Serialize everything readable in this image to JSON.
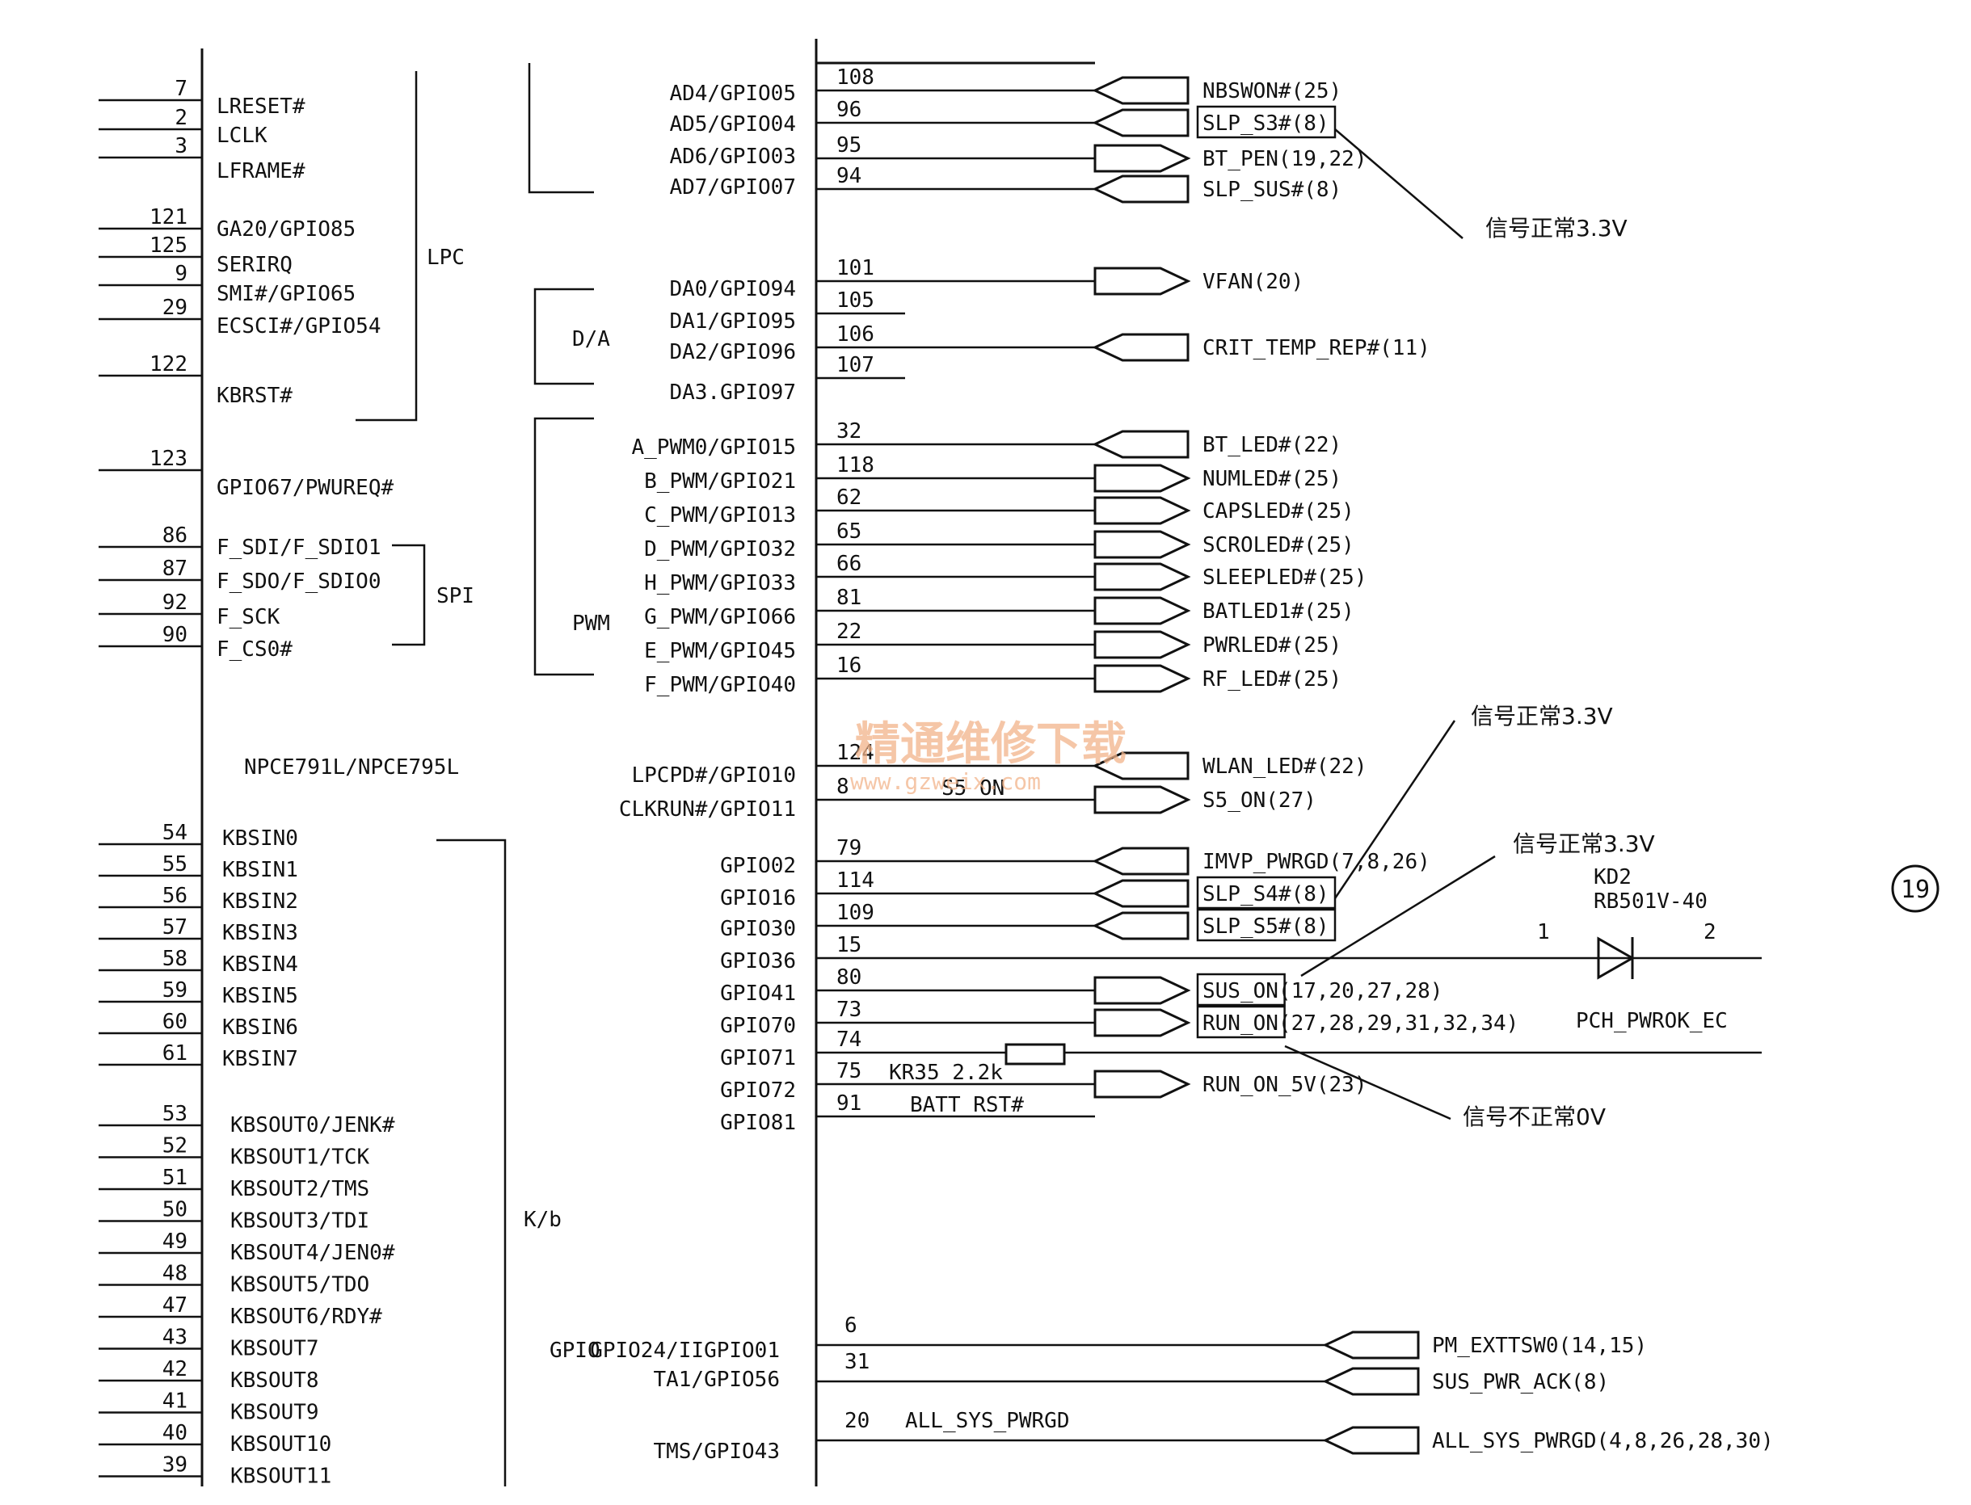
{
  "left_pins": [
    {
      "pin": "7",
      "label": "LRESET#"
    },
    {
      "pin": "2",
      "label": "LCLK"
    },
    {
      "pin": "3",
      "label": "LFRAME#"
    },
    {
      "pin": "121",
      "label": "GA20/GPIO85"
    },
    {
      "pin": "125",
      "label": "SERIRQ"
    },
    {
      "pin": "9",
      "label": "SMI#/GPIO65"
    },
    {
      "pin": "29",
      "label": "ECSCI#/GPIO54"
    },
    {
      "pin": "122",
      "label": "KBRST#"
    },
    {
      "pin": "123",
      "label": "GPIO67/PWUREQ#"
    },
    {
      "pin": "86",
      "label": "F_SDI/F_SDIO1"
    },
    {
      "pin": "87",
      "label": "F_SDO/F_SDIO0"
    },
    {
      "pin": "92",
      "label": "F_SCK"
    },
    {
      "pin": "90",
      "label": "F_CS0#"
    }
  ],
  "kbsin": [
    {
      "pin": "54",
      "label": "KBSIN0"
    },
    {
      "pin": "55",
      "label": "KBSIN1"
    },
    {
      "pin": "56",
      "label": "KBSIN2"
    },
    {
      "pin": "57",
      "label": "KBSIN3"
    },
    {
      "pin": "58",
      "label": "KBSIN4"
    },
    {
      "pin": "59",
      "label": "KBSIN5"
    },
    {
      "pin": "60",
      "label": "KBSIN6"
    },
    {
      "pin": "61",
      "label": "KBSIN7"
    }
  ],
  "kbsout": [
    {
      "pin": "53",
      "label": "KBSOUT0/JENK#"
    },
    {
      "pin": "52",
      "label": "KBSOUT1/TCK"
    },
    {
      "pin": "51",
      "label": "KBSOUT2/TMS"
    },
    {
      "pin": "50",
      "label": "KBSOUT3/TDI"
    },
    {
      "pin": "49",
      "label": "KBSOUT4/JEN0#"
    },
    {
      "pin": "48",
      "label": "KBSOUT5/TDO"
    },
    {
      "pin": "47",
      "label": "KBSOUT6/RDY#"
    },
    {
      "pin": "43",
      "label": "KBSOUT7"
    },
    {
      "pin": "42",
      "label": "KBSOUT8"
    },
    {
      "pin": "41",
      "label": "KBSOUT9"
    },
    {
      "pin": "40",
      "label": "KBSOUT10"
    },
    {
      "pin": "39",
      "label": "KBSOUT11"
    }
  ],
  "groups": {
    "lpc": "LPC",
    "spi": "SPI",
    "da": "D/A",
    "pwm": "PWM",
    "kb": "K/b",
    "gpio": "GPIO"
  },
  "chip_name": "NPCE791L/NPCE795L",
  "page_number": "19",
  "right_pins": [
    {
      "pin": "108",
      "label": "AD4/GPIO05",
      "net": "NBSWON#(25)",
      "dir": "in"
    },
    {
      "pin": "96",
      "label": "AD5/GPIO04",
      "net": "SLP_S3#(8)",
      "dir": "in",
      "boxed": true
    },
    {
      "pin": "95",
      "label": "AD6/GPIO03",
      "net": "BT_PEN(19,22)",
      "dir": "out"
    },
    {
      "pin": "94",
      "label": "AD7/GPIO07",
      "net": "SLP_SUS#(8)",
      "dir": "in"
    },
    {
      "pin": "101",
      "label": "DA0/GPIO94",
      "net": "VFAN(20)",
      "dir": "out"
    },
    {
      "pin": "105",
      "label": "DA1/GPIO95",
      "net": "",
      "dir": "none"
    },
    {
      "pin": "106",
      "label": "DA2/GPIO96",
      "net": "CRIT_TEMP_REP#(11)",
      "dir": "in"
    },
    {
      "pin": "107",
      "label": "DA3.GPIO97",
      "net": "",
      "dir": "none"
    },
    {
      "pin": "32",
      "label": "A_PWM0/GPIO15",
      "net": "BT_LED#(22)",
      "dir": "in"
    },
    {
      "pin": "118",
      "label": "B_PWM/GPIO21",
      "net": "NUMLED#(25)",
      "dir": "out"
    },
    {
      "pin": "62",
      "label": "C_PWM/GPIO13",
      "net": "CAPSLED#(25)",
      "dir": "out"
    },
    {
      "pin": "65",
      "label": "D_PWM/GPIO32",
      "net": "SCROLED#(25)",
      "dir": "out"
    },
    {
      "pin": "66",
      "label": "H_PWM/GPIO33",
      "net": "SLEEPLED#(25)",
      "dir": "out"
    },
    {
      "pin": "81",
      "label": "G_PWM/GPIO66",
      "net": "BATLED1#(25)",
      "dir": "out"
    },
    {
      "pin": "22",
      "label": "E_PWM/GPIO45",
      "net": "PWRLED#(25)",
      "dir": "out"
    },
    {
      "pin": "16",
      "label": "F_PWM/GPIO40",
      "net": "RF_LED#(25)",
      "dir": "out"
    },
    {
      "pin": "124",
      "label": "LPCPD#/GPIO10",
      "net": "WLAN_LED#(22)",
      "dir": "in"
    },
    {
      "pin": "8",
      "label": "CLKRUN#/GPIO11",
      "net": "S5_ON(27)",
      "dir": "out",
      "wire_label": "S5_ON"
    },
    {
      "pin": "79",
      "label": "GPIO02",
      "net": "IMVP_PWRGD(7,8,26)",
      "dir": "in"
    },
    {
      "pin": "114",
      "label": "GPIO16",
      "net": "SLP_S4#(8)",
      "dir": "in",
      "boxed": true
    },
    {
      "pin": "109",
      "label": "GPIO30",
      "net": "SLP_S5#(8)",
      "dir": "in",
      "boxed": true
    },
    {
      "pin": "15",
      "label": "GPIO36",
      "net": "",
      "dir": "diode"
    },
    {
      "pin": "80",
      "label": "GPIO41",
      "net": "SUS_ON(17,20,27,28)",
      "dir": "out",
      "boxed": true
    },
    {
      "pin": "73",
      "label": "GPIO70",
      "net": "RUN_ON(27,28,29,31,32,34)",
      "dir": "out",
      "boxed": true
    },
    {
      "pin": "74",
      "label": "GPIO71",
      "net": "",
      "dir": "resistor"
    },
    {
      "pin": "75",
      "label": "GPIO72",
      "net": "RUN_ON_5V(23)",
      "dir": "out",
      "wire_label": "KR35 2.2k"
    },
    {
      "pin": "91",
      "label": "GPIO81",
      "net": "",
      "dir": "none",
      "wire_label": "BATT_RST#"
    }
  ],
  "bottom_pins": [
    {
      "pin": "6",
      "label": "GPIO24/IIGPIO01",
      "net": "PM_EXTTSW0(14,15)"
    },
    {
      "pin": "31",
      "label": "TA1/GPIO56",
      "net": "SUS_PWR_ACK(8)"
    },
    {
      "pin": "20",
      "label": "TMS/GPIO43",
      "net": "ALL_SYS_PWRGD(4,8,26,28,30)",
      "wire_label": "ALL_SYS_PWRGD"
    }
  ],
  "annotations": {
    "normal_1": "信号正常3.3V",
    "normal_2": "信号正常3.3V",
    "normal_3": "信号正常3.3V",
    "abnormal": "信号不正常0V"
  },
  "diode": {
    "ref": "KD2",
    "part": "RB501V-40",
    "pin1": "1",
    "pin2": "2",
    "net": "PCH_PWROK_EC"
  },
  "watermark": {
    "cn": "精通维修下载",
    "url": "www.gzweix.com"
  }
}
